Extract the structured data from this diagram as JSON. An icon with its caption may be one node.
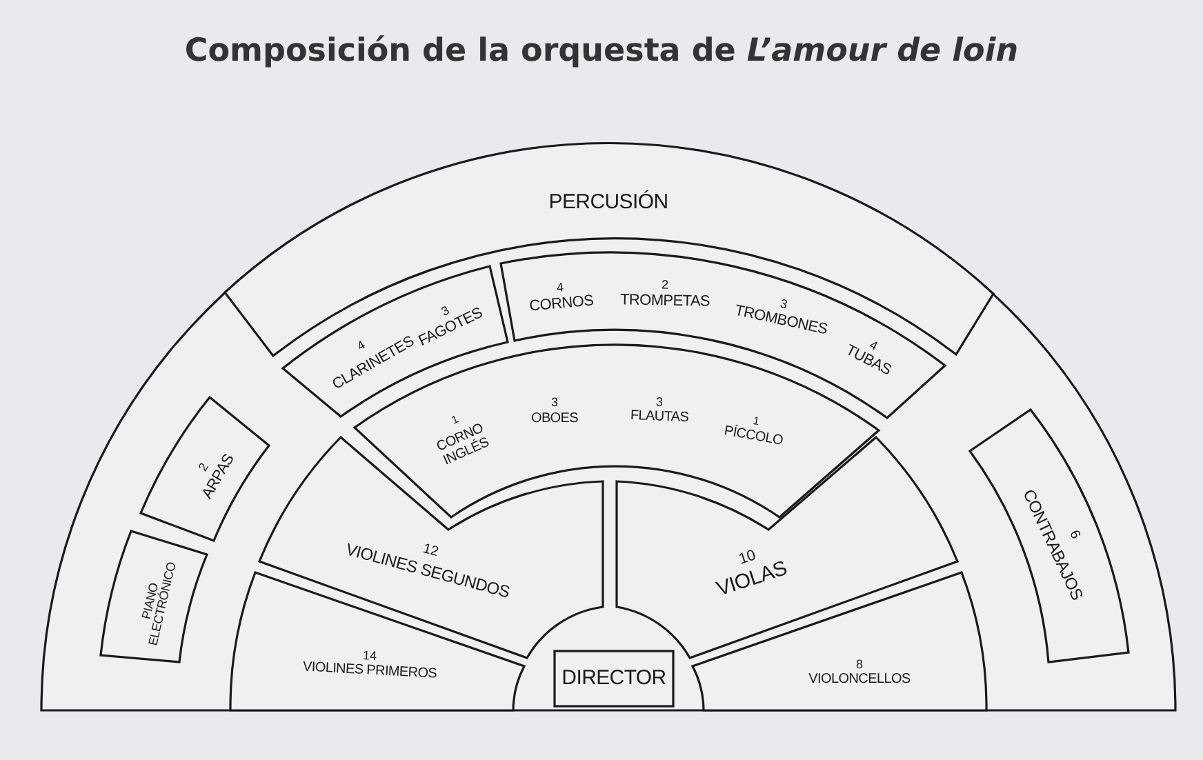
{
  "diagram": {
    "title": "Composición de la orquesta de *L’amour de loin*",
    "nodes": [
      {
        "text": [
          "PERCUSIÓN"
        ]
      },
      {
        "text": [
          "4",
          "CLARINETES",
          "3",
          "FAGOTES"
        ]
      },
      {
        "text": [
          "4",
          "CORNOS",
          "2",
          "TROMPETAS",
          "3",
          "TROMBONES",
          "4",
          "TUBAS"
        ]
      },
      {
        "text": [
          "1",
          "CORNO INGLÉS",
          "3",
          "OBOES",
          "3",
          "FLAUTAS",
          "1",
          "PÍCCOLO"
        ]
      },
      {
        "text": [
          "2",
          "ARPAS"
        ]
      },
      {
        "text": [
          "PIANO ELECTRÓNICO"
        ]
      },
      {
        "text": [
          "12",
          "VIOLINES SEGUNDOS"
        ]
      },
      {
        "text": [
          "10",
          "VIOLAS"
        ]
      },
      {
        "text": [
          "6",
          "CONTRABAJOS"
        ]
      },
      {
        "text": [
          "14",
          "VIOLINES PRIMEROS"
        ]
      },
      {
        "text": [
          "DIRECTOR"
        ]
      },
      {
        "text": [
          "8",
          "VIOLONCELLOS"
        ]
      }
    ]
  }
}
